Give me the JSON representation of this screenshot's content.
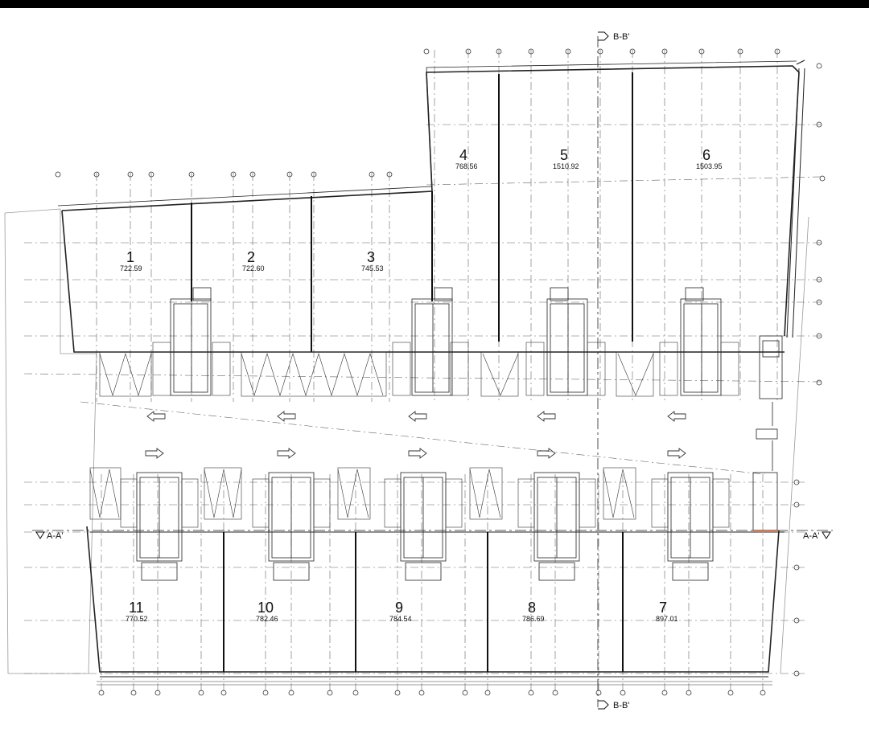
{
  "units": [
    {
      "number": "1",
      "area": "722.59"
    },
    {
      "number": "2",
      "area": "722.60"
    },
    {
      "number": "3",
      "area": "745.53"
    },
    {
      "number": "4",
      "area": "768.56"
    },
    {
      "number": "5",
      "area": "1510.92"
    },
    {
      "number": "6",
      "area": "1503.95"
    },
    {
      "number": "7",
      "area": "897.01"
    },
    {
      "number": "8",
      "area": "786.69"
    },
    {
      "number": "9",
      "area": "784.54"
    },
    {
      "number": "10",
      "area": "782.46"
    },
    {
      "number": "11",
      "area": "770.52"
    }
  ],
  "sections": {
    "aa_left": "A-A'",
    "aa_right": "A-A'",
    "bb_top": "B-B'",
    "bb_bottom": "B-B'"
  },
  "colors": {
    "line": "#222222",
    "grid": "#555555",
    "accent": "#b5542b"
  }
}
